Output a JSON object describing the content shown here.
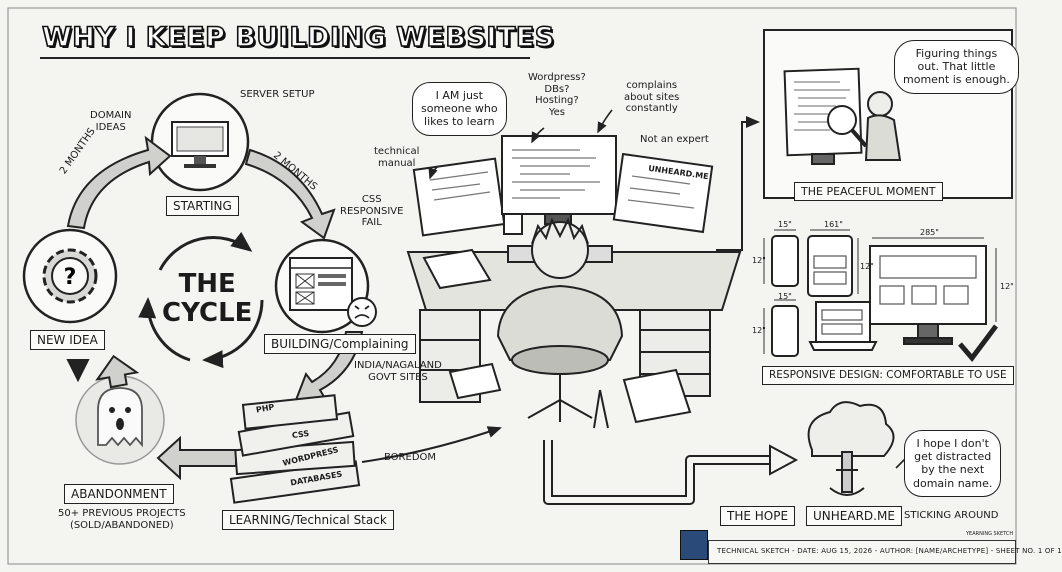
{
  "title": "WHY I KEEP BUILDING WEBSITES",
  "cycle": {
    "center_line1": "THE",
    "center_line2": "CYCLE",
    "domain_ideas_line1": "DOMAIN",
    "domain_ideas_line2": "IDEAS",
    "server_setup": "SERVER SETUP",
    "starting": "STARTING",
    "two_months_left": "2 MONTHS",
    "two_months_right": "2 MONTHS",
    "css_fail_line1": "CSS",
    "css_fail_line2": "RESPONSIVE",
    "css_fail_line3": "FAIL",
    "building": "BUILDING/Complaining",
    "new_idea": "NEW IDEA",
    "india_line1": "INDIA/NAGALAND",
    "india_line2": "GOVT SITES",
    "learning": "LEARNING/Technical Stack",
    "books": [
      "PHP",
      "CSS",
      "WORDPRESS",
      "DATABASES"
    ],
    "boredom": "BOREDOM",
    "abandonment": "ABANDONMENT",
    "abandon_note_line1": "50+ PREVIOUS PROJECTS",
    "abandon_note_line2": "(SOLD/ABANDONED)"
  },
  "desk": {
    "bubble_learn_line1": "I AM just",
    "bubble_learn_line2": "someone who",
    "bubble_learn_line3": "likes to learn",
    "questions_line1": "Wordpress?",
    "questions_line2": "DBs?",
    "questions_line3": "Hosting?",
    "questions_line4": "Yes",
    "complains_line1": "complains",
    "complains_line2": "about sites",
    "complains_line3": "constantly",
    "technical_manual_line1": "technical",
    "technical_manual_line2": "manual",
    "not_expert": "Not an expert",
    "unheard_monitor": "UNHEARD.ME"
  },
  "right": {
    "peaceful_bubble_line1": "Figuring things",
    "peaceful_bubble_line2": "out. That little",
    "peaceful_bubble_line3": "moment is enough.",
    "peaceful_label": "THE PEACEFUL MOMENT",
    "dims": [
      "15\"",
      "161\"",
      "285\"",
      "12\"",
      "12\"",
      "12\"",
      "15\"",
      "12\""
    ],
    "responsive_label": "RESPONSIVE DESIGN: COMFORTABLE TO USE",
    "hope_bubble_line1": "I hope I don't",
    "hope_bubble_line2": "get distracted",
    "hope_bubble_line3": "by the next",
    "hope_bubble_line4": "domain name.",
    "the_hope": "THE HOPE",
    "unheard_label": "UNHEARD.ME",
    "sticking_around": "STICKING AROUND"
  },
  "footer": {
    "text": "TECHNICAL SKETCH - DATE: AUG 15, 2026 - AUTHOR: [NAME/ARCHETYPE] - SHEET NO. 1 OF 1",
    "stamp_text": "YEARNING SKETCH"
  },
  "colors": {
    "ink": "#1b1b1b",
    "paper": "#f4f4f1",
    "stamp": "#2a4a7a",
    "bubble": "#ffffff"
  }
}
